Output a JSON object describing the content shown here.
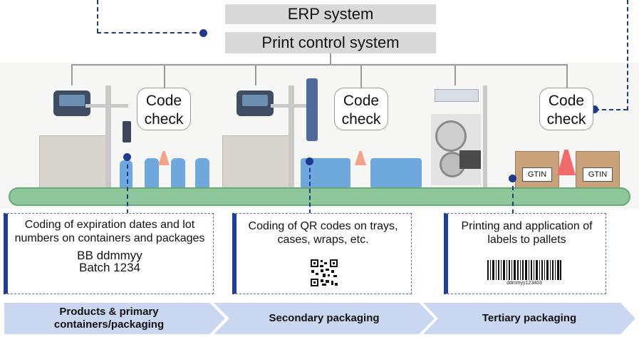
{
  "systems": {
    "erp": "ERP system",
    "print_control": "Print control system"
  },
  "code_checks": [
    {
      "line1": "Code",
      "line2": "check"
    },
    {
      "line1": "Code",
      "line2": "check"
    },
    {
      "line1": "Code",
      "line2": "check"
    }
  ],
  "boxes": {
    "gtin_1": "GTIN",
    "gtin_2": "GTIN"
  },
  "panels": {
    "primary": {
      "text": "Coding of expiration dates and lot numbers on containers and packages",
      "code_line1": "BB ddmmyy",
      "code_line2": "Batch 1234"
    },
    "secondary": {
      "text": "Coding of QR codes on trays, cases, wraps, etc."
    },
    "tertiary": {
      "text": "Printing and application of labels to pallets",
      "barcode_caption": "ddmmyy123403"
    }
  },
  "stages": [
    {
      "line1": "Products & primary",
      "line2": "containers/packaging"
    },
    {
      "line1": "Secondary packaging",
      "line2": ""
    },
    {
      "line1": "Tertiary packaging",
      "line2": ""
    }
  ],
  "colors": {
    "accent_blue": "#1f3a8c",
    "arrow_fill": "#c9d8f0",
    "conveyor_green": "#8ec79a",
    "system_box": "#d9d9d9"
  }
}
